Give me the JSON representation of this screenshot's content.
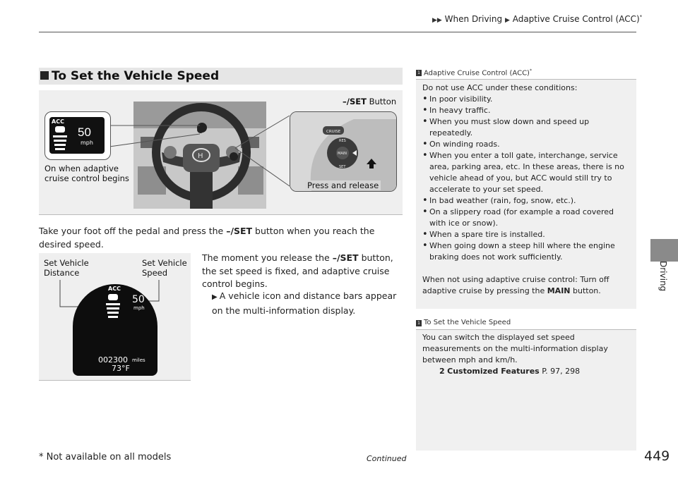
{
  "header": {
    "crumb1": "When Driving",
    "crumb2": "Adaptive Cruise Control (ACC)",
    "crumb2_mark": "*"
  },
  "side_tab": {
    "label": "Driving"
  },
  "section": {
    "title": "To Set the Vehicle Speed",
    "marker": "■"
  },
  "figure1": {
    "acc": "ACC",
    "speed": "50",
    "unit": "mph",
    "label_on": "On when adaptive cruise control begins",
    "label_button_key": "–/SET",
    "label_button_rest": " Button",
    "label_press": "Press and release",
    "cruise_btn": "CRUISE",
    "main_btn": "MAIN",
    "res_btn": "RES",
    "set_btn": "SET"
  },
  "intro": {
    "before": "Take your foot off the pedal and press the ",
    "key": "–/SET",
    "after": " button when you reach the desired speed."
  },
  "moment": {
    "before": "The moment you release the ",
    "key": "–/SET",
    "after": " button, the set speed is fixed, and adaptive cruise control begins."
  },
  "result": {
    "marker": "▶",
    "text": "A vehicle icon and distance bars appear on the multi-information display."
  },
  "figure2": {
    "label_distance": "Set Vehicle Distance",
    "label_speed": "Set Vehicle Speed",
    "acc": "ACC",
    "speed": "50",
    "unit": "mph",
    "odometer": "002300",
    "odo_unit": "miles",
    "temp": "73°F"
  },
  "note1": {
    "icon": "1",
    "title": "Adaptive Cruise Control (ACC)",
    "title_mark": "*",
    "intro": "Do not use ACC under these conditions:",
    "bullets": [
      "In poor visibility.",
      "In heavy traffic.",
      "When you must slow down and speed up repeatedly.",
      "On winding roads.",
      "When you enter a toll gate, interchange, service area, parking area, etc. In these areas, there is no vehicle ahead of you, but ACC would still try to accelerate to your set speed.",
      "In bad weather (rain, fog, snow, etc.).",
      "On a slippery road (for example a road covered with ice or snow).",
      "When a spare tire is installed.",
      "When going down a steep hill where the engine braking does not work sufficiently."
    ],
    "outro_before": "When not using adaptive cruise control: Turn off adaptive cruise by pressing the ",
    "outro_key": "MAIN",
    "outro_after": " button."
  },
  "note2": {
    "icon": "1",
    "title": "To Set the Vehicle Speed",
    "text": "You can switch the displayed set speed measurements on the multi-information display between mph and km/h.",
    "ref_marker": "2",
    "ref_title": "Customized Features",
    "ref_pages": " P. 97, 298"
  },
  "footer": {
    "footnote": "* Not available on all models",
    "continued": "Continued",
    "page": "449"
  }
}
